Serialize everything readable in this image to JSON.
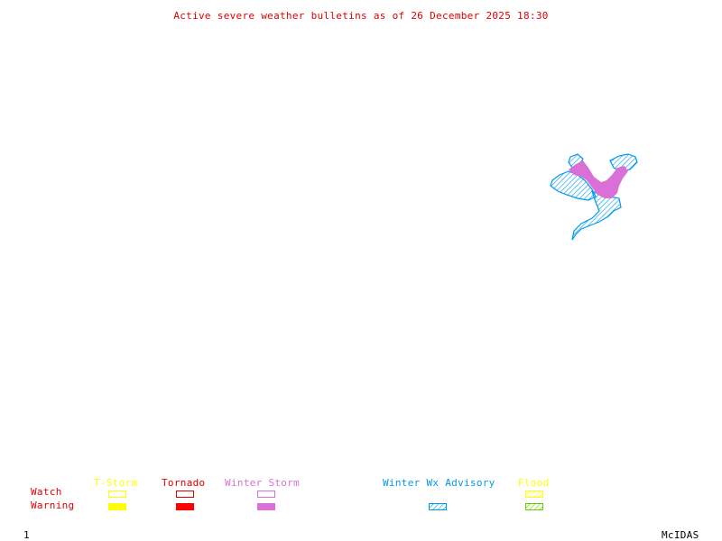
{
  "title": "Active severe weather bulletins as of 26 December 2025 18:30",
  "legend": {
    "row_labels": {
      "watch": "Watch",
      "warning": "Warning"
    },
    "categories": [
      {
        "key": "tstorm",
        "label": "T-Storm",
        "color": "#ffff00",
        "watch": "outline",
        "warning": "solid",
        "watch_color": "#ffff00",
        "warning_color": "#ffff00"
      },
      {
        "key": "tornado",
        "label": "Tornado",
        "color": "#e00000",
        "watch": "outline",
        "warning": "solid",
        "watch_color": "#e00000",
        "warning_color": "#ff0000"
      },
      {
        "key": "winter_storm",
        "label": "Winter Storm",
        "color": "#da70d6",
        "watch": "outline",
        "warning": "solid",
        "watch_color": "#da70d6",
        "warning_color": "#da70d6"
      },
      {
        "key": "winter_wx_advisory",
        "label": "Winter Wx Advisory",
        "color": "#0099ee",
        "watch": "none",
        "warning": "hatch",
        "warning_color": "#0099ee"
      },
      {
        "key": "flood",
        "label": "Flood",
        "color": "#ffff00",
        "watch": "hatch",
        "warning": "hatch",
        "watch_color": "#ffff00",
        "warning_color": "#66cc00"
      }
    ]
  },
  "map": {
    "active_alerts": [
      {
        "type": "Winter Storm Warning",
        "color": "#da70d6",
        "fill": "solid"
      },
      {
        "type": "Winter Wx Advisory",
        "color": "#0099ee",
        "fill": "hatch"
      }
    ]
  },
  "footer": {
    "frame_number": "1",
    "brand": "McIDAS"
  }
}
